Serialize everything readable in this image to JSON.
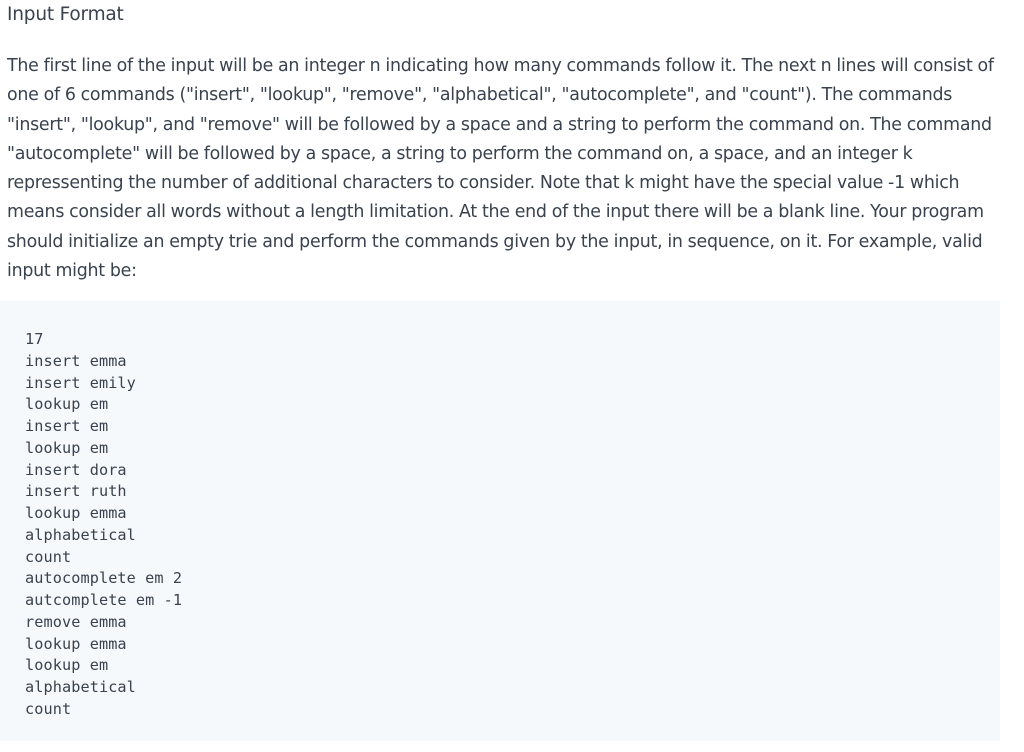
{
  "heading": "Input Format",
  "description": "The first line of the input will be an integer n indicating how many commands follow it. The next n lines will consist of one of 6 commands (\"insert\", \"lookup\", \"remove\", \"alphabetical\", \"autocomplete\", and \"count\"). The commands \"insert\", \"lookup\", and \"remove\" will be followed by a space and a string to perform the command on. The command \"autocomplete\" will be followed by a space, a string to perform the command on, a space, and an integer k repressenting the number of additional characters to consider. Note that k might have the special value -1 which means consider all words without a length limitation. At the end of the input there will be a blank line. Your program should initialize an empty trie and perform the commands given by the input, in sequence, on it. For example, valid input might be:",
  "code_lines": [
    "17",
    "insert emma",
    "insert emily",
    "lookup em",
    "insert em",
    "lookup em",
    "insert dora",
    "insert ruth",
    "lookup emma",
    "alphabetical",
    "count",
    "autocomplete em 2",
    "autcomplete em -1",
    "remove emma",
    "lookup emma",
    "lookup em",
    "alphabetical",
    "count"
  ]
}
